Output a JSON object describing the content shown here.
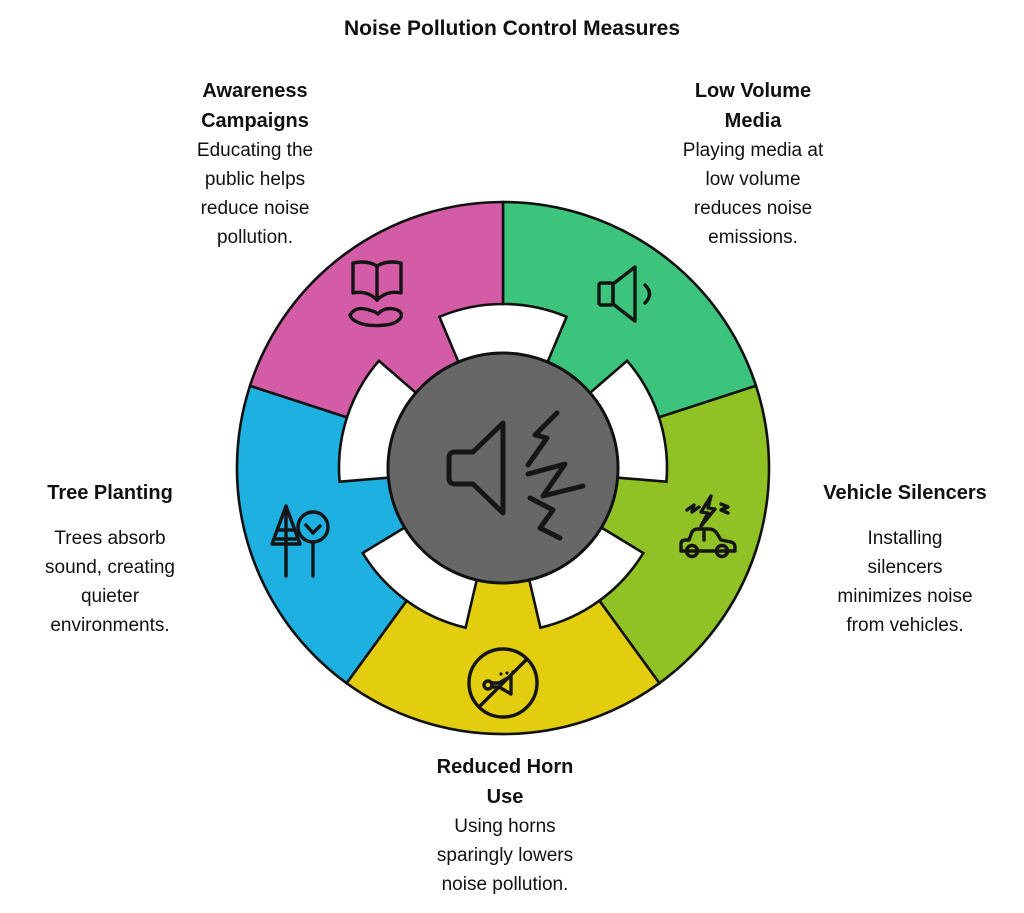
{
  "title": "Noise Pollution Control Measures",
  "center": {
    "icon": "loud-speaker-noise-icon",
    "color": "#676767"
  },
  "segments": [
    {
      "name": "Low Volume Media",
      "description": "Playing media at low volume reduces noise emissions.",
      "color": "#3cc47c",
      "icon": "speaker-low-volume-icon"
    },
    {
      "name": "Vehicle Silencers",
      "description": "Installing silencers minimizes noise from vehicles.",
      "color": "#90c226",
      "icon": "noisy-car-icon"
    },
    {
      "name": "Reduced Horn Use",
      "description": "Using horns sparingly lowers noise pollution.",
      "color": "#e2cd0e",
      "icon": "no-horn-icon"
    },
    {
      "name": "Tree Planting",
      "description": "Trees absorb sound, creating quieter environments.",
      "color": "#1fb0e2",
      "icon": "two-trees-icon"
    },
    {
      "name": "Awareness Campaigns",
      "description": "Educating the public helps reduce noise pollution.",
      "color": "#d45ba5",
      "icon": "book-hand-icon"
    }
  ]
}
